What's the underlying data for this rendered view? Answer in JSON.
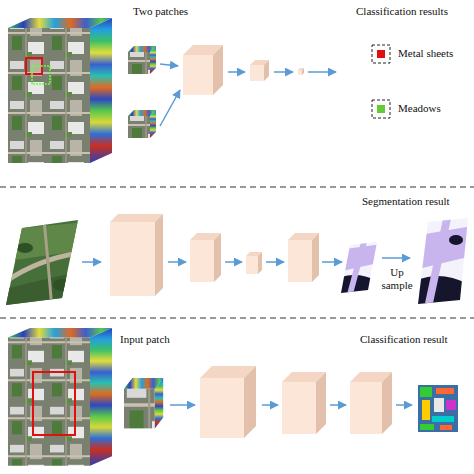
{
  "diagram": {
    "labels": [
      "Two patches",
      "Classification results",
      "Segmentation result",
      "Up sample",
      "Input patch",
      "Classification result"
    ],
    "legend": [
      {
        "text": "Metal sheets",
        "color": "#e01010"
      },
      {
        "text": "Meadows",
        "color": "#66cc33"
      }
    ]
  }
}
